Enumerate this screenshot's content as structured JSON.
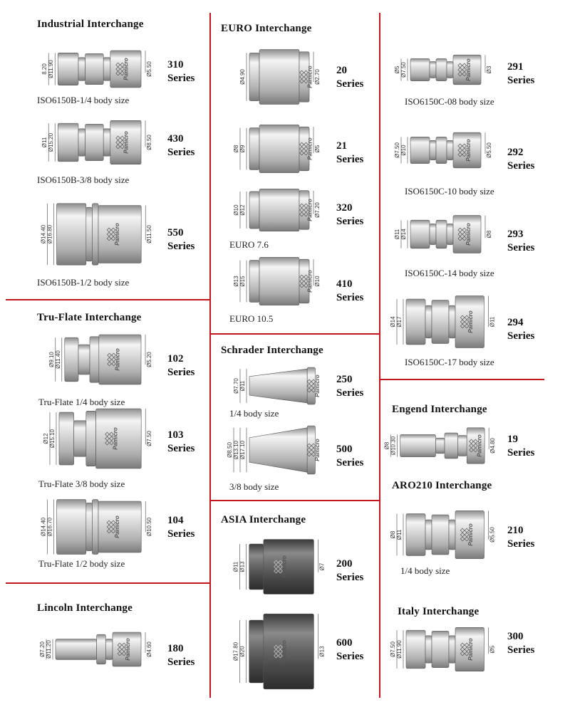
{
  "sections": {
    "industrial": {
      "title": "Industrial Interchange",
      "items": [
        {
          "series": "310",
          "series_word": "Series",
          "size": "ISO6150B-1/4 body size",
          "dims": [
            "Ø11.90",
            "8.20",
            "Ø5.50"
          ]
        },
        {
          "series": "430",
          "series_word": "Series",
          "size": "ISO6150B-3/8 body size",
          "dims": [
            "Ø15.20",
            "Ø11",
            "Ø8.50"
          ]
        },
        {
          "series": "550",
          "series_word": "Series",
          "size": "ISO6150B-1/2 body size",
          "dims": [
            "Ø16.80",
            "Ø14.40",
            "Ø11.50"
          ]
        }
      ]
    },
    "truflate": {
      "title": "Tru-Flate Interchange",
      "items": [
        {
          "series": "102",
          "series_word": "Series",
          "size": "Tru-Flate 1/4 body size",
          "dims": [
            "Ø11.40",
            "Ø9.10",
            "Ø5.20"
          ]
        },
        {
          "series": "103",
          "series_word": "Series",
          "size": "Tru-Flate 3/8 body size",
          "dims": [
            "Ø15.10",
            "Ø12",
            "Ø7.50"
          ]
        },
        {
          "series": "104",
          "series_word": "Series",
          "size": "Tru-Flate 1/2 body size",
          "dims": [
            "Ø16.70",
            "Ø14.40",
            "Ø10.50"
          ]
        }
      ]
    },
    "lincoln": {
      "title": "Lincoln Interchange",
      "items": [
        {
          "series": "180",
          "series_word": "Series",
          "size": "",
          "dims": [
            "Ø11.20",
            "Ø7.20",
            "Ø4.60"
          ]
        }
      ]
    },
    "euro": {
      "title": "EURO Interchange",
      "items": [
        {
          "series": "20",
          "series_word": "Series",
          "size": "",
          "dims": [
            "Ø4.90",
            "Ø2.70"
          ]
        },
        {
          "series": "21",
          "series_word": "Series",
          "size": "",
          "dims": [
            "Ø9",
            "Ø8",
            "Ø5"
          ]
        },
        {
          "series": "320",
          "series_word": "Series",
          "size": "EURO 7.6",
          "dims": [
            "Ø12",
            "Ø10",
            "Ø7.20"
          ]
        },
        {
          "series": "410",
          "series_word": "Series",
          "size": "EURO 10.5",
          "dims": [
            "Ø15",
            "Ø13",
            "Ø10"
          ]
        }
      ]
    },
    "schrader": {
      "title": "Schrader Interchange",
      "items": [
        {
          "series": "250",
          "series_word": "Series",
          "size": "1/4 body size",
          "dims": [
            "Ø11",
            "Ø7.70"
          ]
        },
        {
          "series": "500",
          "series_word": "Series",
          "size": "3/8 body size",
          "dims": [
            "Ø17.10",
            "Ø13.10",
            "Ø8.50"
          ]
        }
      ]
    },
    "asia": {
      "title": "ASIA Interchange",
      "items": [
        {
          "series": "200",
          "series_word": "Series",
          "size": "",
          "dims": [
            "Ø13",
            "Ø11",
            "Ø7"
          ]
        },
        {
          "series": "600",
          "series_word": "Series",
          "size": "",
          "dims": [
            "Ø20",
            "Ø17.80",
            "Ø13"
          ]
        }
      ]
    },
    "iso_c": {
      "title": "",
      "items": [
        {
          "series": "291",
          "series_word": "Series",
          "size": "ISO6150C-08 body size",
          "dims": [
            "Ø7.50",
            "Ø5",
            "Ø3"
          ]
        },
        {
          "series": "292",
          "series_word": "Series",
          "size": "ISO6150C-10 body size",
          "dims": [
            "Ø10",
            "Ø7.50",
            "Ø5.50"
          ]
        },
        {
          "series": "293",
          "series_word": "Series",
          "size": "ISO6150C-14 body size",
          "dims": [
            "Ø14",
            "Ø11",
            "Ø8"
          ]
        },
        {
          "series": "294",
          "series_word": "Series",
          "size": "ISO6150C-17 body size",
          "dims": [
            "Ø17",
            "Ø14",
            "Ø11"
          ]
        }
      ]
    },
    "engend": {
      "title": "Engend Interchange",
      "items": [
        {
          "series": "19",
          "series_word": "Series",
          "size": "",
          "dims": [
            "Ø10.30",
            "Ø8",
            "Ø4.80"
          ]
        }
      ]
    },
    "aro": {
      "title": "ARO210 Interchange",
      "items": [
        {
          "series": "210",
          "series_word": "Series",
          "size": "1/4 body size",
          "dims": [
            "Ø11",
            "Ø8",
            "Ø5.50"
          ]
        }
      ]
    },
    "italy": {
      "title": "Italy Interchange",
      "items": [
        {
          "series": "300",
          "series_word": "Series",
          "size": "",
          "dims": [
            "Ø11.90",
            "Ø7.50",
            "Ø5"
          ]
        }
      ]
    }
  },
  "brand_mark": "Pamicro",
  "colors": {
    "divider": "#c4161c",
    "metal_dark": "#6d6d6d",
    "metal_light": "#ececec"
  }
}
